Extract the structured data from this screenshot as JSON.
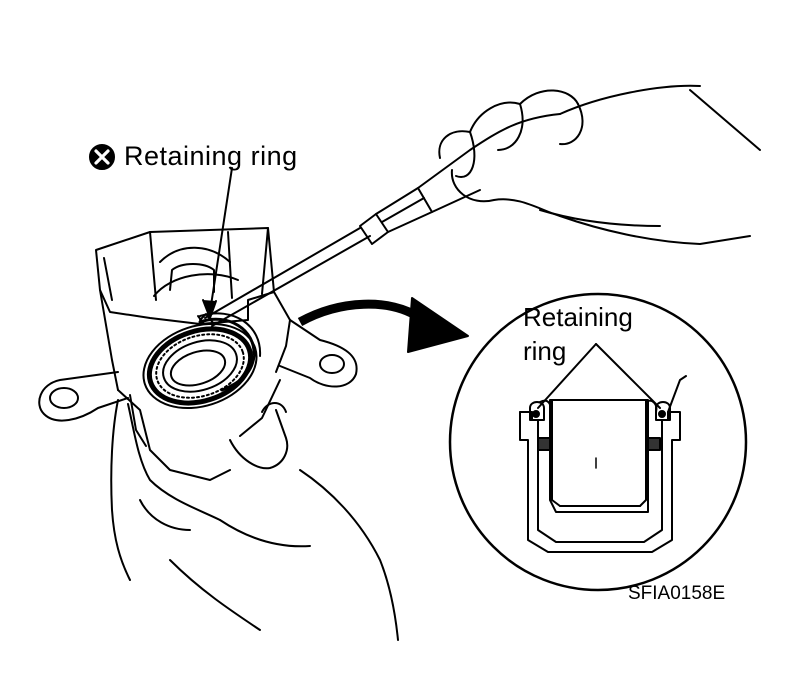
{
  "labels": {
    "retaining_ring_main": "Retaining ring",
    "retaining_ring_detail_line1": "Retaining",
    "retaining_ring_detail_line2": "ring",
    "figure_code": "SFIA0158E"
  },
  "icons": {
    "do_not_reuse": "x-circle-icon"
  },
  "colors": {
    "ink": "#000000",
    "paper": "#ffffff",
    "seal_hatch": "#333333"
  }
}
